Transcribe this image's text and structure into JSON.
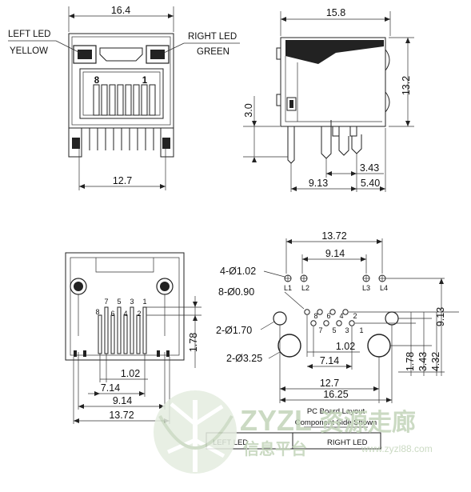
{
  "front_view": {
    "width_dim": "16.4",
    "pitch_dim": "12.7",
    "left_led_label": "LEFT LED",
    "left_led_color": "YELLOW",
    "right_led_label": "RIGHT LED",
    "right_led_color": "GREEN",
    "pin8": "8",
    "pin1": "1"
  },
  "side_view": {
    "depth_dim": "15.8",
    "height_dim": "13.2",
    "standoff_dim": "3.0",
    "post_dim": "3.43",
    "pin_row_dim": "9.13",
    "pin_row2_dim": "5.40"
  },
  "bottom_view": {
    "dim_178": "1.78",
    "dim_102": "1.02",
    "dim_714": "7.14",
    "dim_914": "9.14",
    "dim_1372": "13.72",
    "pins_top": [
      "7",
      "5",
      "3",
      "1"
    ],
    "pins_bottom": [
      "8",
      "6",
      "4",
      "2"
    ]
  },
  "pcb_layout": {
    "dim_1372": "13.72",
    "dim_914": "9.14",
    "dim_913": "9.13",
    "led_holes": "4-Ø1.02",
    "signal_holes": "8-Ø0.90",
    "small_holes": "2-Ø1.70",
    "large_holes": "2-Ø3.25",
    "led_labels": [
      "L1",
      "L2",
      "L3",
      "L4"
    ],
    "pins_top": [
      "8",
      "6",
      "4",
      "2"
    ],
    "pins_bottom": [
      "7",
      "5",
      "3",
      "1"
    ],
    "dim_102": "1.02",
    "dim_714": "7.14",
    "dim_178": "1.78",
    "dim_343": "3.43",
    "dim_432": "4.32",
    "dim_127": "12.7",
    "dim_1625": "16.25",
    "caption1": "PC Board Layout",
    "caption2": "Component Side Shown",
    "left_led": "LEFT LED",
    "right_led": "RIGHT LED"
  },
  "watermark": {
    "brand": "ZYZL",
    "title": "资源走廊",
    "subtitle": "信息平台",
    "url": "www.zyzl88.com"
  }
}
